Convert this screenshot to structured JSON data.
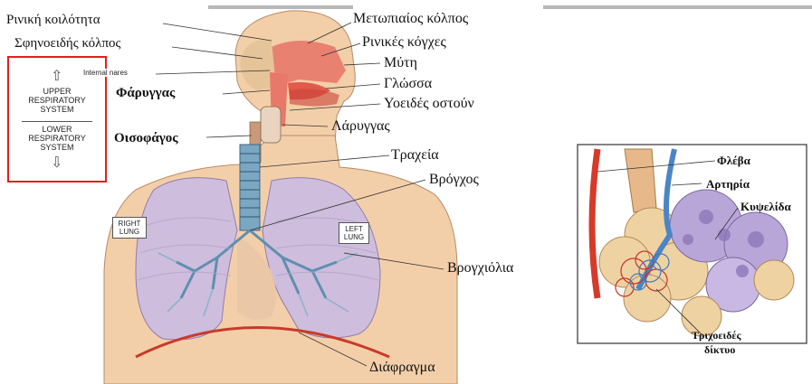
{
  "left_diagram": {
    "labels": {
      "nasal_cavity": "Ρινική κοιλότητα",
      "sphenoid_sinus": "Σφηνοειδής κόλπος",
      "internal_nares": "Internal nares",
      "pharynx": "Φάρυγγας",
      "esophagus": "Οισοφάγος",
      "frontal_sinus": "Μετωπιαίος κόλπος",
      "nasal_conchae": "Ρινικές κόγχες",
      "nose": "Μύτη",
      "tongue": "Γλώσσα",
      "hyoid_bone": "Υοειδές οστούν",
      "larynx": "Λάρυγγας",
      "trachea": "Τραχεία",
      "bronchus": "Βρόγχος",
      "bronchioles": "Βρογχιόλια",
      "diaphragm": "Διάφραγμα",
      "right_lung": "RIGHT LUNG",
      "left_lung": "LEFT LUNG"
    },
    "legend_box": {
      "upper": "UPPER RESPIRATORY SYSTEM",
      "lower": "LOWER RESPIRATORY SYSTEM",
      "border_color": "#e02020"
    }
  },
  "right_diagram": {
    "labels": {
      "vein": "Φλέβα",
      "artery": "Αρτηρία",
      "alveolus": "Κυψελίδα",
      "capillary_network_1": "Τριχοειδές",
      "capillary_network_2": "δίκτυο"
    }
  },
  "colors": {
    "skin": "#f3cfa9",
    "airway": "#e8786a",
    "lung": "#cdbde0",
    "trachea": "#7aa7c2",
    "diaphragm": "#c83a2a",
    "vein": "#d63a2a",
    "artery": "#4a86c6",
    "alveolus": "#b9a6d8"
  }
}
